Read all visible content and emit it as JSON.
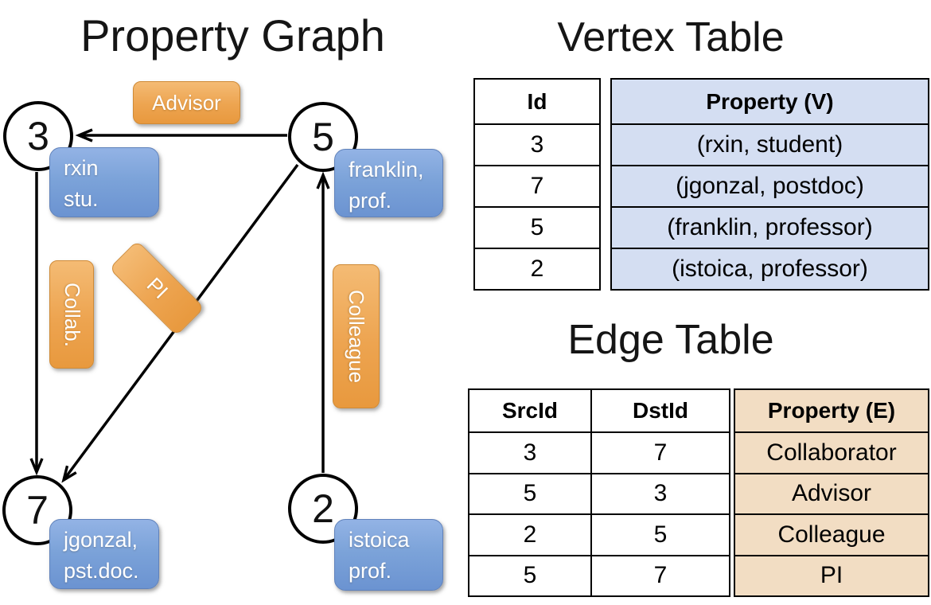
{
  "titles": {
    "graph": "Property Graph",
    "vertex_table": "Vertex Table",
    "edge_table": "Edge Table"
  },
  "graph": {
    "nodes": [
      {
        "id": "3",
        "property_line1": "rxin",
        "property_line2": "stu."
      },
      {
        "id": "5",
        "property_line1": "franklin,",
        "property_line2": "prof."
      },
      {
        "id": "7",
        "property_line1": "jgonzal,",
        "property_line2": "pst.doc."
      },
      {
        "id": "2",
        "property_line1": "istoica",
        "property_line2": "prof."
      }
    ],
    "edge_labels": {
      "advisor": "Advisor",
      "collab": "Collab.",
      "pi": "PI",
      "colleague": "Colleague"
    },
    "edges": [
      {
        "from": "5",
        "to": "3",
        "label": "Advisor"
      },
      {
        "from": "3",
        "to": "7",
        "label": "Collab."
      },
      {
        "from": "5",
        "to": "7",
        "label": "PI"
      },
      {
        "from": "2",
        "to": "5",
        "label": "Colleague"
      }
    ]
  },
  "vertex_table": {
    "col_id_header": "Id",
    "col_property_header": "Property (V)",
    "rows": [
      {
        "id": "3",
        "property": "(rxin, student)"
      },
      {
        "id": "7",
        "property": "(jgonzal, postdoc)"
      },
      {
        "id": "5",
        "property": "(franklin, professor)"
      },
      {
        "id": "2",
        "property": "(istoica, professor)"
      }
    ]
  },
  "edge_table": {
    "col_src_header": "SrcId",
    "col_dst_header": "DstId",
    "col_property_header": "Property (E)",
    "rows": [
      {
        "src": "3",
        "dst": "7",
        "property": "Collaborator"
      },
      {
        "src": "5",
        "dst": "3",
        "property": "Advisor"
      },
      {
        "src": "2",
        "dst": "5",
        "property": "Colleague"
      },
      {
        "src": "5",
        "dst": "7",
        "property": "PI"
      }
    ]
  },
  "colors": {
    "edge_label_fill": "#eda450",
    "edge_label_border": "#cf8a36",
    "vertex_label_fill": "#7ca3d9",
    "vertex_label_border": "#6082bb",
    "vertex_property_column_bg": "#d4def2",
    "edge_property_column_bg": "#f2ddc3",
    "line_color": "#000000",
    "background": "#ffffff"
  }
}
